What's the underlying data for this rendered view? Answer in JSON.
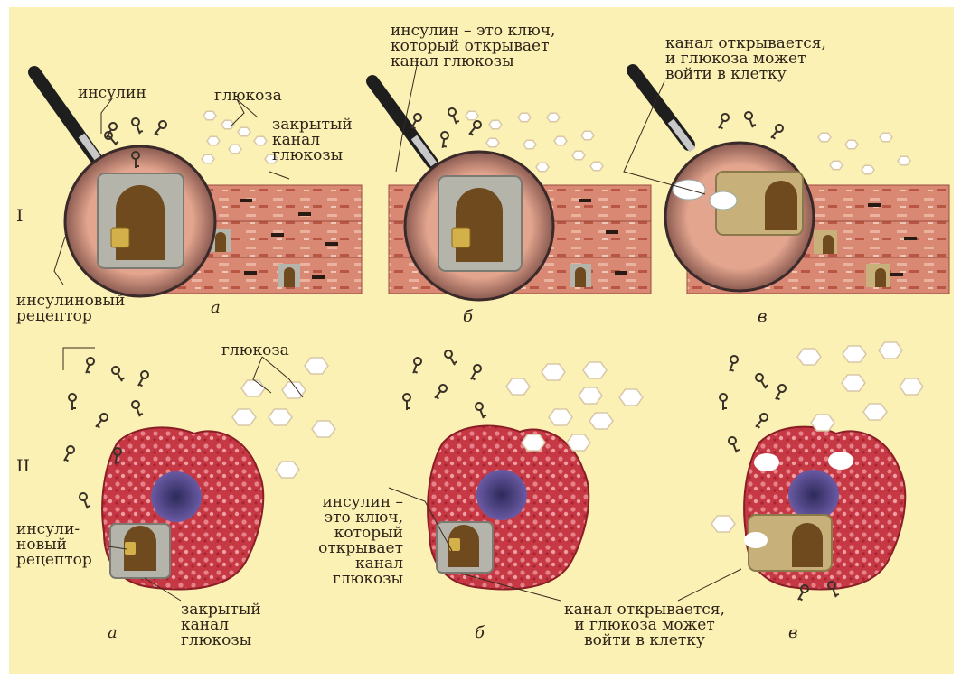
{
  "row1": {
    "roman": "I",
    "panel_a": {
      "letter": "а",
      "insulin": "инсулин",
      "glucose": "глюкоза",
      "closed_channel": "закрытый\nканал\nглюкозы",
      "receptor": "инсулиновый\nрецептор"
    },
    "panel_b": {
      "letter": "б",
      "key_text": "инсулин – это ключ,\nкоторый открывает\nканал глюкозы"
    },
    "panel_c": {
      "letter": "в",
      "open_text": "канал открывается,\nи глюкоза может\nвойти в клетку"
    }
  },
  "row2": {
    "roman": "II",
    "panel_a": {
      "letter": "а",
      "glucose": "глюкоза",
      "receptor": "инсули-\nновый\nрецептор",
      "closed_channel": "закрытый\nканал\nглюкозы"
    },
    "panel_b": {
      "letter": "б",
      "key_text": "инсулин –\nэто ключ,\nкоторый\nоткрывает\nканал\nглюкозы"
    },
    "panel_c": {
      "letter": "в",
      "open_text": "канал открывается,\nи глюкоза может\nвойти в клетку"
    }
  },
  "colors": {
    "background": "#fbf1b4",
    "tissue": "#c8695a",
    "cell": "#c8323c",
    "nucleus": "#5a4a8c",
    "door_frame": "#b4b4aa",
    "door": "#6e4a1e",
    "glucose": "#ffffff",
    "lens_handle": "#1e1e1e"
  }
}
